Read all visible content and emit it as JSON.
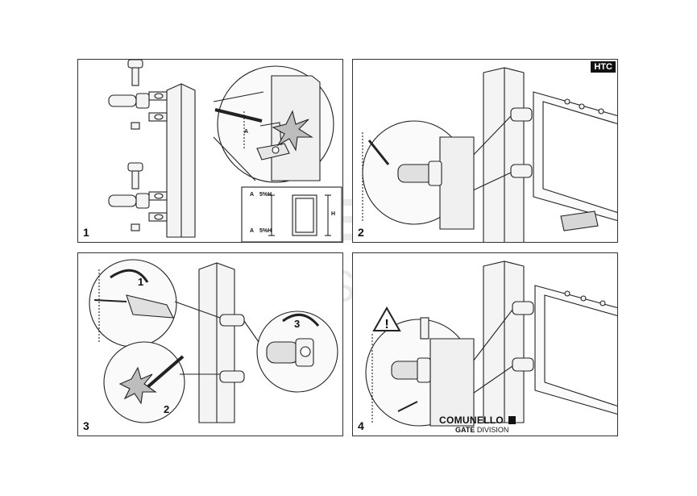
{
  "panels": [
    {
      "number": "1"
    },
    {
      "number": "2"
    },
    {
      "number": "3"
    },
    {
      "number": "4"
    }
  ],
  "badge": "HTC",
  "dimensions": {
    "a_top": "A",
    "pct_top": "5%H",
    "a_bottom": "A",
    "pct_bottom": "5%H",
    "h": "H",
    "a_zoom": "A"
  },
  "steps": {
    "one": "1",
    "two": "2",
    "three": "3"
  },
  "watermark": {
    "line1": "COMUNELLO",
    "line2": "GATE DIVISION"
  },
  "brand": {
    "name": "COMUNELLO",
    "sub_bold": "GATE",
    "sub": "DIVISION"
  },
  "colors": {
    "line": "#222222",
    "fill": "#f2f2f2",
    "watermark": "#d9d9d9"
  },
  "icons": [
    "warning-triangle-icon",
    "rotate-arrow-icon",
    "welding-spark-icon",
    "brand-logo-icon"
  ]
}
